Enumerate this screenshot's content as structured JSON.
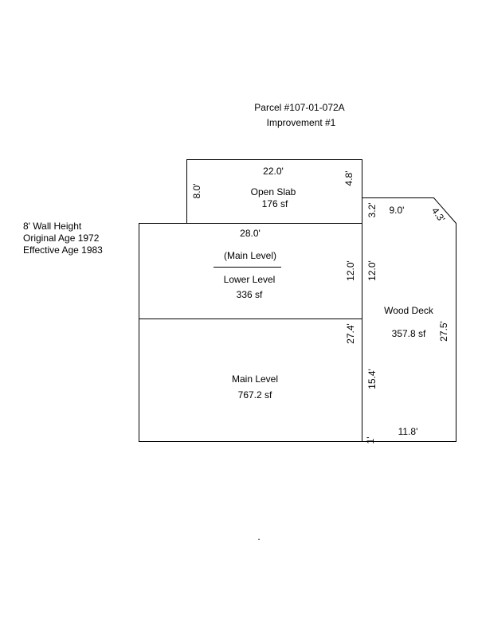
{
  "header": {
    "parcel": "Parcel #107-01-072A",
    "improvement": "Improvement #1"
  },
  "notes": {
    "wall_height": "8' Wall Height",
    "original_age": "Original Age 1972",
    "effective_age": "Effective Age 1983"
  },
  "open_slab": {
    "name": "Open Slab",
    "area": "176 sf",
    "dim_top": "22.0'",
    "dim_left": "8.0'",
    "dim_right": "4.8'"
  },
  "lower_level": {
    "name_above": "(Main Level)",
    "name": "Lower Level",
    "area": "336 sf",
    "dim_top": "28.0'",
    "dim_right": "12.0'"
  },
  "main_level": {
    "name": "Main Level",
    "area": "767.2 sf",
    "dim_right": "27.4'"
  },
  "wood_deck": {
    "name": "Wood Deck",
    "area": "357.8 sf",
    "dim_top": "9.0'",
    "dim_chamfer": "4.3'",
    "dim_left_top": "3.2'",
    "dim_left_mid": "12.0'",
    "dim_left_low": "15.4'",
    "dim_right": "27.5'",
    "dim_bottom": "11.8'",
    "dim_corner": "1'"
  },
  "footer": {
    "dot": "."
  }
}
